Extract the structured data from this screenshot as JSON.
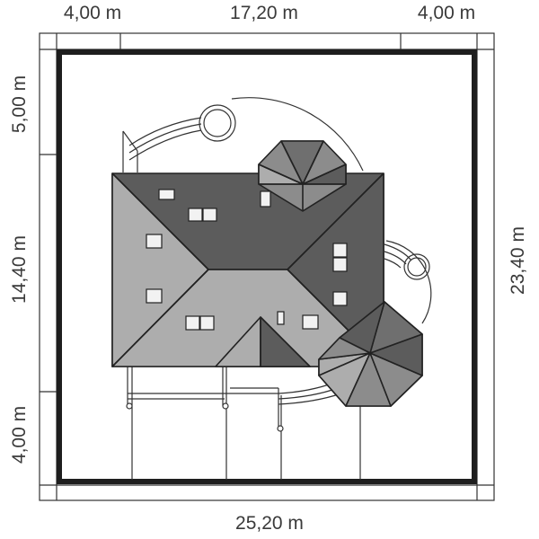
{
  "dimensions": {
    "top": [
      "4,00 m",
      "17,20 m",
      "4,00 m"
    ],
    "bottom": "25,20 m",
    "left": [
      "5,00 m",
      "14,40 m",
      "4,00 m"
    ],
    "right": "23,40 m"
  },
  "colors": {
    "roof_dark": "#5c5c5c",
    "roof_mid": "#8c8c8c",
    "roof_light": "#adadad",
    "plot_border": "#1e1e1e",
    "line": "#333333",
    "window": "#f2f2f2"
  }
}
